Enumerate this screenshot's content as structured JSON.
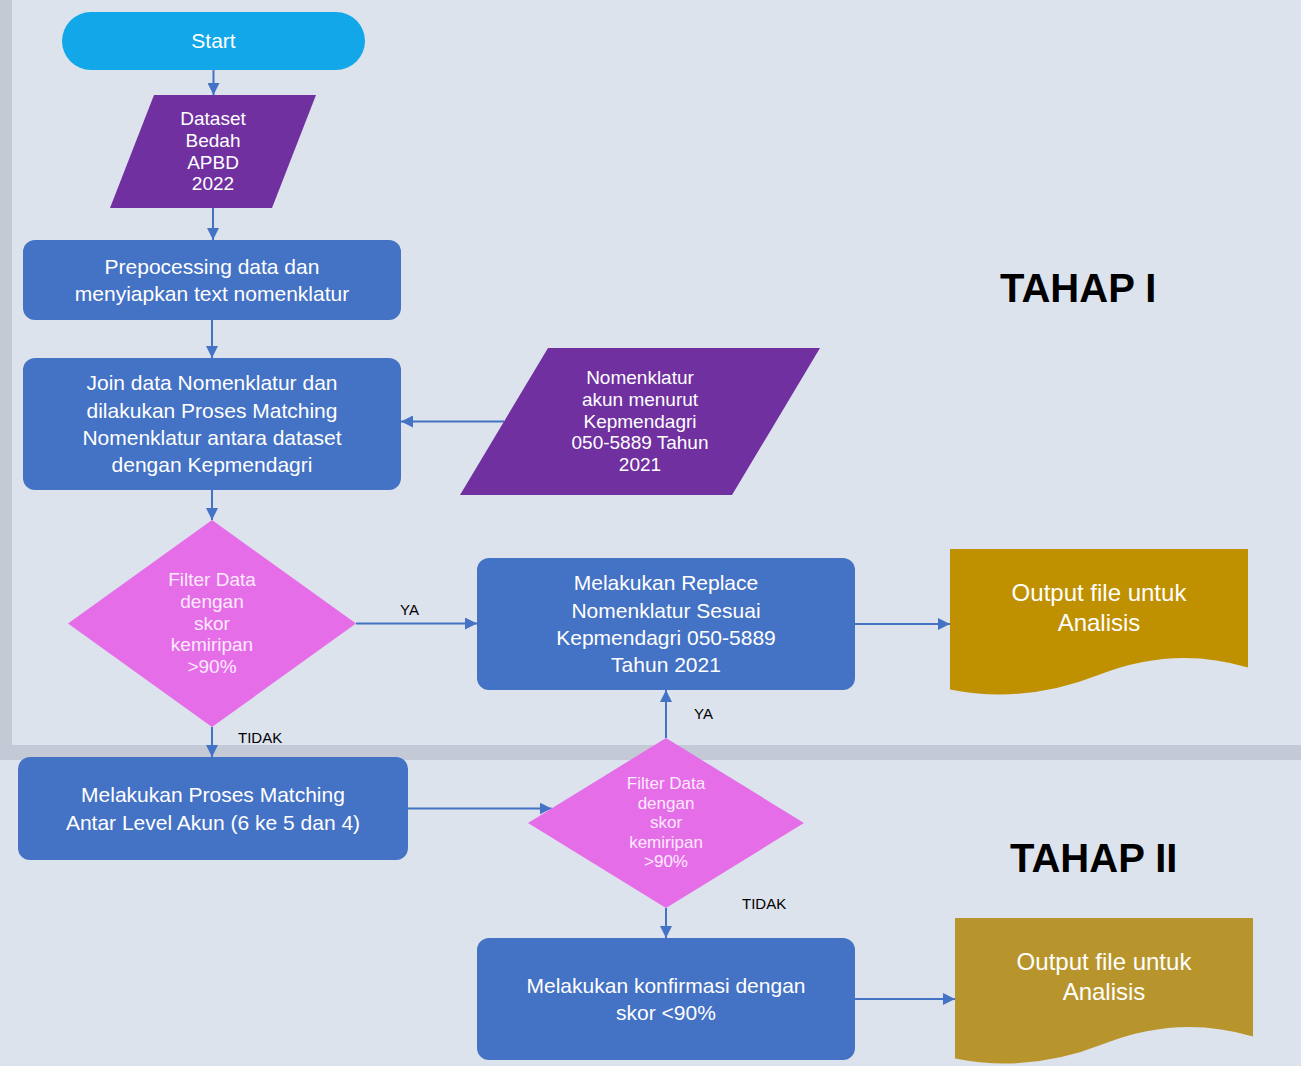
{
  "diagram": {
    "nodes": [
      {
        "text": [
          "Start"
        ]
      },
      {
        "text": [
          "Dataset Bedah APBD 2022"
        ]
      },
      {
        "text": [
          "Prepocessing data dan menyiapkan text nomenklatur"
        ]
      },
      {
        "text": [
          "Join data Nomenklatur dan dilakukan Proses Matching Nomenklatur antara dataset dengan Kepmendagri"
        ]
      },
      {
        "text": [
          "Nomenklatur akun menurut Kepmendagri 050-5889 Tahun 2021"
        ]
      },
      {
        "text": [
          "Filter Data dengan skor kemiripan >90%"
        ]
      },
      {
        "text": [
          "Melakukan Replace Nomenklatur Sesuai Kepmendagri 050-5889 Tahun 2021"
        ]
      },
      {
        "text": [
          "Output file untuk Analisis"
        ]
      },
      {
        "text": [
          "Melakukan Proses Matching Antar Level Akun (6 ke 5 dan 4)"
        ]
      },
      {
        "text": [
          "Filter Data dengan skor kemiripan >90%"
        ]
      },
      {
        "text": [
          "Melakukan konfirmasi dengan skor <90%"
        ]
      },
      {
        "text": [
          "Output file untuk Analisis"
        ]
      }
    ],
    "edges": [
      {
        "from": 0,
        "to": 1,
        "arrow": "to"
      },
      {
        "from": 1,
        "to": 2,
        "arrow": "to"
      },
      {
        "from": 2,
        "to": 3,
        "arrow": "to"
      },
      {
        "from": 4,
        "to": 3,
        "arrow": "to"
      },
      {
        "from": 3,
        "to": 5,
        "arrow": "to"
      },
      {
        "from": 5,
        "to": 6,
        "label": "YA",
        "arrow": "to"
      },
      {
        "from": 6,
        "to": 7,
        "arrow": "to"
      },
      {
        "from": 5,
        "to": 8,
        "label": "TIDAK",
        "arrow": "to"
      },
      {
        "from": 8,
        "to": 9,
        "arrow": "to"
      },
      {
        "from": 9,
        "to": 6,
        "label": "YA",
        "arrow": "to"
      },
      {
        "from": 9,
        "to": 10,
        "label": "TIDAK",
        "arrow": "to"
      },
      {
        "from": 10,
        "to": 11,
        "arrow": "to"
      }
    ],
    "labels": [
      "TAHAP I",
      "TAHAP II"
    ]
  }
}
